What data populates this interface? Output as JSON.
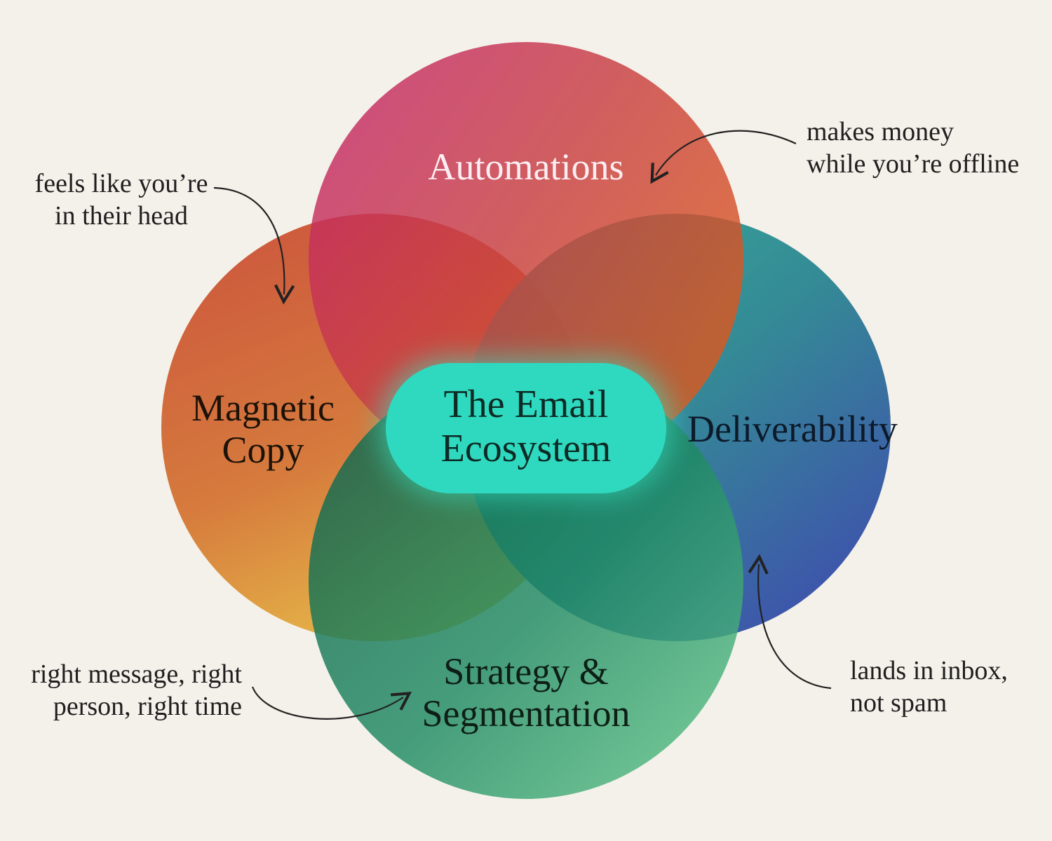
{
  "center": {
    "line1": "The Email",
    "line2": "Ecosystem",
    "color": "#2fd9bf"
  },
  "circles": [
    {
      "id": "automations",
      "lines": [
        "Automations"
      ],
      "gradient": [
        "#c02a72",
        "#d9541f"
      ]
    },
    {
      "id": "magnetic-copy",
      "lines": [
        "Magnetic",
        "Copy"
      ],
      "gradient": [
        "#cf4a2a",
        "#e6b43a"
      ]
    },
    {
      "id": "deliverability",
      "lines": [
        "Deliverability"
      ],
      "gradient": [
        "#1f9a87",
        "#233f9e"
      ]
    },
    {
      "id": "strategy",
      "lines": [
        "Strategy &",
        "Segmentation"
      ],
      "gradient": [
        "#0d6a55",
        "#5bc585"
      ]
    }
  ],
  "notes": {
    "top_left": [
      "feels like you’re",
      "in their head"
    ],
    "top_right": [
      "makes money",
      "while you’re offline"
    ],
    "bottom_left": [
      "right message, right",
      "person, right time"
    ],
    "bottom_right": [
      "lands in inbox,",
      "not spam"
    ]
  }
}
